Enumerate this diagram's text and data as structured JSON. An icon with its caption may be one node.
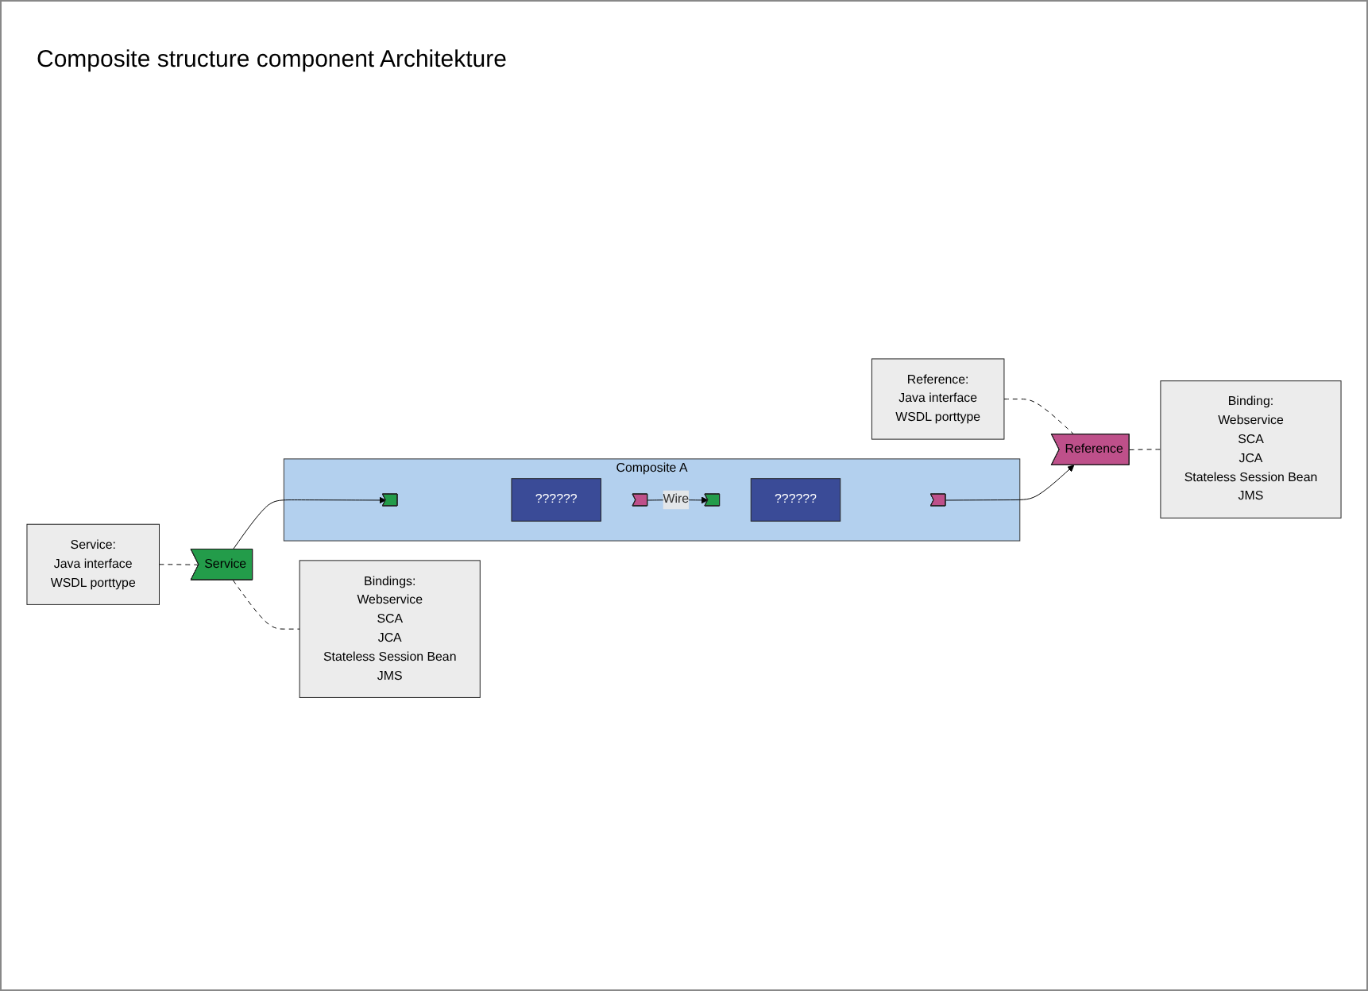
{
  "diagram": {
    "title": "Composite structure component Architekture",
    "nodes": [
      {
        "text": [
          "Service:",
          "Java interface",
          "WSDL porttype"
        ]
      },
      {
        "text": [
          "Reference:",
          "Java interface",
          "WSDL porttype"
        ]
      },
      {
        "text": [
          "Composite A"
        ]
      },
      {
        "text": [
          "Service"
        ]
      },
      {
        "text": [
          "??????"
        ],
        "in": 2
      },
      {
        "text": [],
        "shape": "chevron",
        "in": 2
      },
      {
        "text": [],
        "shape": "chevron",
        "in": 2
      },
      {
        "text": [
          "??????"
        ],
        "in": 2
      },
      {
        "text": [],
        "shape": "chevron",
        "in": 2
      },
      {
        "text": [],
        "shape": "chevron",
        "in": 2
      },
      {
        "text": [
          "Reference"
        ]
      },
      {
        "text": [
          "Bindings:",
          "Webservice",
          "SCA",
          "JCA",
          "Stateless Session Bean",
          "JMS"
        ]
      },
      {
        "text": [
          "Binding:",
          "Webservice",
          "SCA",
          "JCA",
          "Stateless Session Bean",
          "JMS"
        ]
      }
    ],
    "edges": [
      {
        "from": 0,
        "to": 3,
        "arrow": "none",
        "style": "dashed"
      },
      {
        "from": 3,
        "to": 11,
        "arrow": "none",
        "style": "dashed"
      },
      {
        "from": 1,
        "to": 10,
        "arrow": "none",
        "style": "dashed"
      },
      {
        "from": 10,
        "to": 12,
        "arrow": "none",
        "style": "dashed"
      },
      {
        "from": 3,
        "to": 5,
        "arrow": "to"
      },
      {
        "from": 6,
        "to": 8,
        "arrow": "to",
        "label": "Wire"
      },
      {
        "from": 9,
        "to": 10,
        "arrow": "to"
      }
    ]
  }
}
